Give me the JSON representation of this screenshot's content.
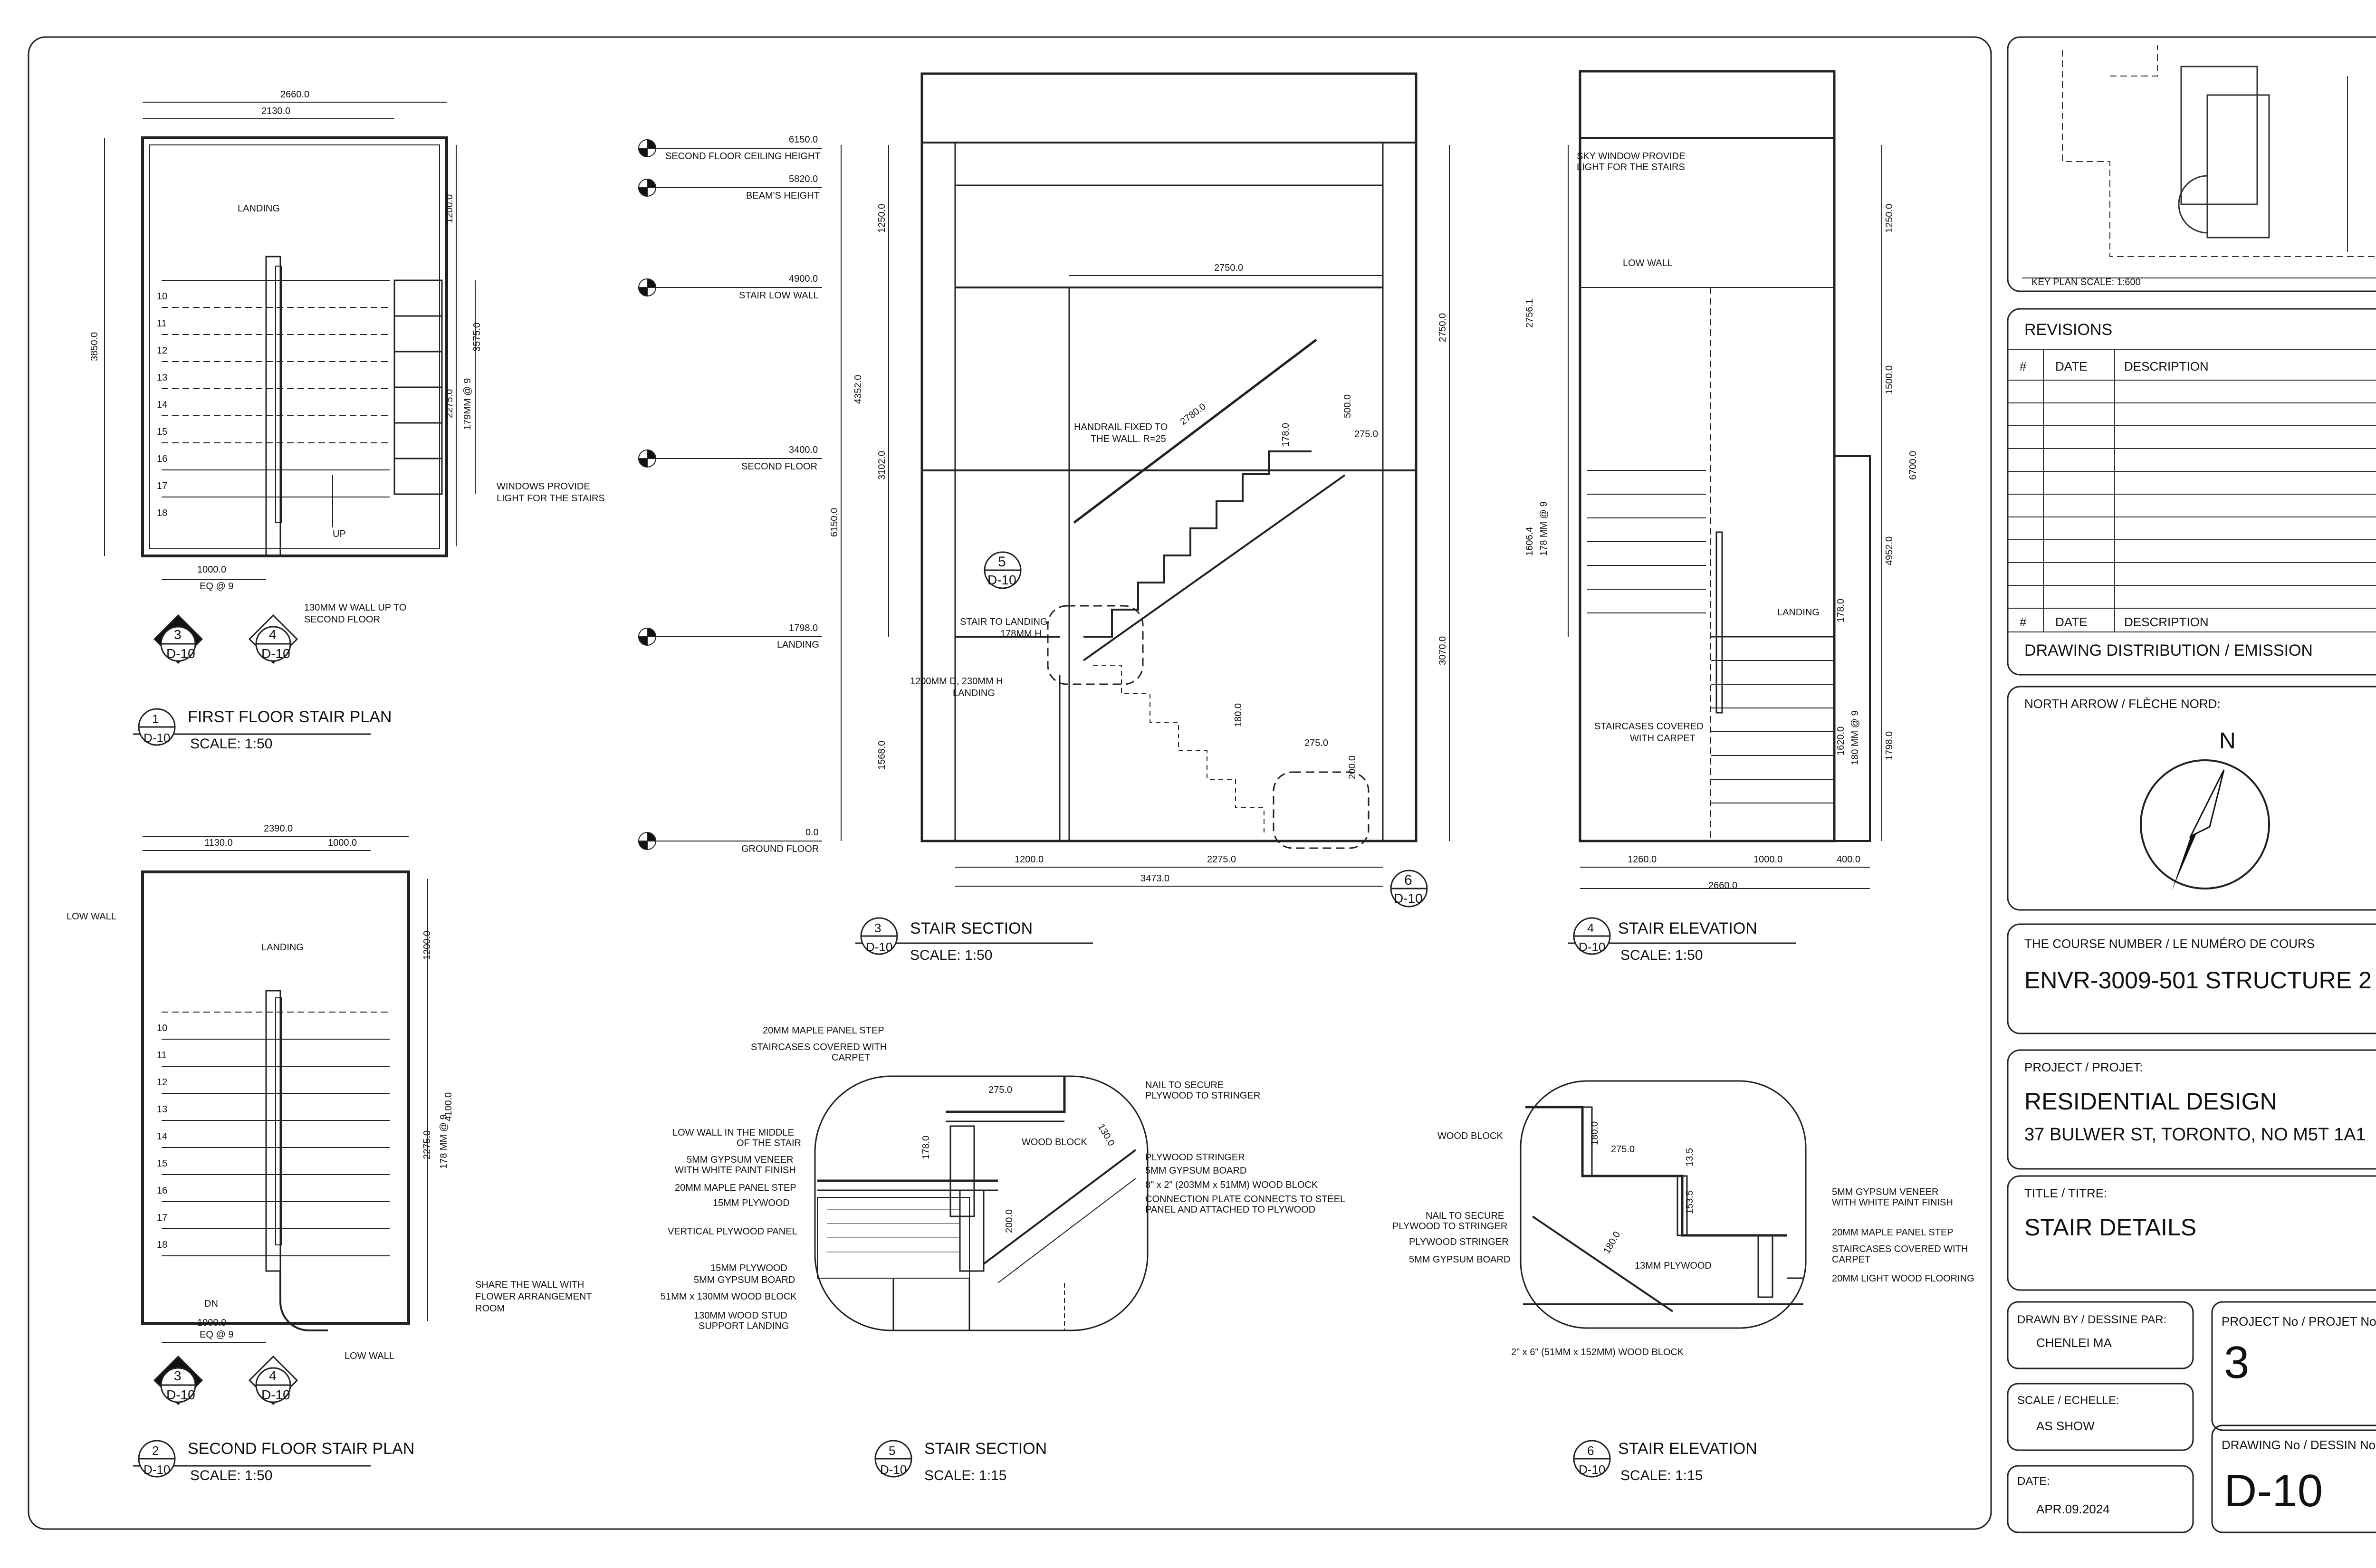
{
  "drawings": {
    "d1": {
      "num": "1",
      "ref": "D-10",
      "title": "FIRST FLOOR STAIR PLAN",
      "scale": "SCALE: 1:50",
      "dims": [
        "2660.0",
        "2130.0",
        "3850.0",
        "1200.0",
        "3575.0",
        "2275.0",
        "1000.0"
      ],
      "notes": [
        "LANDING",
        "WINDOWS PROVIDE",
        "LIGHT FOR THE STAIRS",
        "130MM W WALL UP TO",
        "SECOND FLOOR",
        "UP",
        "EQ @ 9",
        "179MM @ 9"
      ],
      "steps": [
        "10",
        "11",
        "12",
        "13",
        "14",
        "15",
        "16",
        "17",
        "18"
      ],
      "markers": [
        {
          "num": "3",
          "ref": "D-10"
        },
        {
          "num": "4",
          "ref": "D-10"
        }
      ]
    },
    "d2": {
      "num": "2",
      "ref": "D-10",
      "title": "SECOND FLOOR STAIR PLAN",
      "scale": "SCALE: 1:50",
      "dims": [
        "2390.0",
        "1130.0",
        "1000.0",
        "1200.0",
        "4100.0",
        "2275.0",
        "1000.0"
      ],
      "notes": [
        "LOW WALL",
        "LANDING",
        "SHARE THE WALL WITH",
        "FLOWER ARRANGEMENT",
        "ROOM",
        "LOW WALL",
        "DN",
        "EQ @ 9",
        "178 MM @ 9"
      ],
      "steps": [
        "10",
        "11",
        "12",
        "13",
        "14",
        "15",
        "16",
        "17",
        "18"
      ],
      "markers": [
        {
          "num": "3",
          "ref": "D-10"
        },
        {
          "num": "4",
          "ref": "D-10"
        }
      ]
    },
    "d3": {
      "num": "3",
      "ref": "D-10",
      "title": "STAIR SECTION",
      "scale": "SCALE: 1:50",
      "levels": [
        {
          "value": "6150.0",
          "label": "SECOND FLOOR CEILING HEIGHT"
        },
        {
          "value": "5820.0",
          "label": "BEAM'S HEIGHT"
        },
        {
          "value": "4900.0",
          "label": "STAIR LOW WALL"
        },
        {
          "value": "3400.0",
          "label": "SECOND FLOOR"
        },
        {
          "value": "1798.0",
          "label": "LANDING"
        },
        {
          "value": "0.0",
          "label": "GROUND FLOOR"
        }
      ],
      "dims": [
        "1250.0",
        "4352.0",
        "3102.0",
        "6150.0",
        "1568.0",
        "2750.0",
        "2780.0",
        "2750.0",
        "3070.0",
        "1200.0",
        "2275.0",
        "3473.0",
        "500.0",
        "275.0",
        "178.0",
        "180.0",
        "275.0",
        "200.0"
      ],
      "notes": [
        "HANDRAIL FIXED TO",
        "THE WALL. R=25",
        "STAIR TO LANDING",
        "178MM H",
        "1200MM D, 230MM H",
        "LANDING"
      ],
      "callouts": [
        {
          "num": "5",
          "ref": "D-10"
        },
        {
          "num": "6",
          "ref": "D-10"
        }
      ]
    },
    "d4": {
      "num": "4",
      "ref": "D-10",
      "title": "STAIR ELEVATION",
      "scale": "SCALE: 1:50",
      "dims": [
        "2756.1",
        "1250.0",
        "1500.0",
        "6700.0",
        "1606.4",
        "178 MM @ 9",
        "4952.0",
        "178.0",
        "1620.0",
        "180 MM @ 9",
        "1798.0",
        "1260.0",
        "1000.0",
        "400.0",
        "2660.0"
      ],
      "notes": [
        "SKY WINDOW PROVIDE",
        "LIGHT FOR THE STAIRS",
        "LOW WALL",
        "LANDING",
        "STAIRCASES COVERED",
        "WITH CARPET"
      ]
    },
    "d5": {
      "num": "5",
      "ref": "D-10",
      "title": "STAIR SECTION",
      "scale": "SCALE: 1:15",
      "left_notes": [
        "20MM MAPLE PANEL STEP",
        "STAIRCASES COVERED WITH",
        "CARPET",
        "LOW WALL IN THE MIDDLE",
        "OF THE STAIR",
        "5MM GYPSUM VENEER",
        "WITH WHITE PAINT FINISH",
        "20MM MAPLE PANEL STEP",
        "15MM PLYWOOD",
        "VERTICAL PLYWOOD PANEL",
        "15MM PLYWOOD",
        "5MM GYPSUM BOARD",
        "51MM x 130MM WOOD BLOCK",
        "130MM WOOD STUD",
        "SUPPORT LANDING"
      ],
      "right_notes": [
        "NAIL TO SECURE",
        "PLYWOOD TO STRINGER",
        "WOOD BLOCK",
        "PLYWOOD STRINGER",
        "5MM GYPSUM BOARD",
        "8\" x 2\" (203MM x 51MM) WOOD BLOCK",
        "CONNECTION PLATE CONNECTS TO STEEL",
        "PANEL AND ATTACHED TO PLYWOOD"
      ],
      "dims": [
        "275.0",
        "178.0",
        "130.0",
        "200.0"
      ]
    },
    "d6": {
      "num": "6",
      "ref": "D-10",
      "title": "STAIR ELEVATION",
      "scale": "SCALE: 1:15",
      "left_notes": [
        "WOOD BLOCK",
        "NAIL TO SECURE",
        "PLYWOOD TO STRINGER",
        "PLYWOOD STRINGER",
        "5MM GYPSUM BOARD",
        "2\" x 6\" (51MM x 152MM) WOOD BLOCK"
      ],
      "right_notes": [
        "5MM GYPSUM VENEER",
        "WITH WHITE PAINT FINISH",
        "20MM MAPLE PANEL STEP",
        "STAIRCASES COVERED WITH",
        "CARPET",
        "20MM LIGHT WOOD FLOORING",
        "13MM PLYWOOD"
      ],
      "dims": [
        "180.0",
        "275.0",
        "13.5",
        "153.5",
        "180.0"
      ]
    }
  },
  "title_block": {
    "key_plan_label": "KEY PLAN SCALE: 1:600",
    "revisions_title": "REVISIONS",
    "rev_header": {
      "num": "#",
      "date": "DATE",
      "desc": "DESCRIPTION"
    },
    "distribution_label": "DRAWING DISTRIBUTION / EMISSION",
    "north_label": "NORTH ARROW / FLÈCHE NORD:",
    "north_letter": "N",
    "course_label": "THE COURSE NUMBER / LE NUMÉRO DE COURS",
    "course_value": "ENVR-3009-501 STRUCTURE 2",
    "project_label": "PROJECT / PROJET:",
    "project_name": "RESIDENTIAL DESIGN",
    "project_address": "37 BULWER ST, TORONTO, NO M5T 1A1",
    "title_label": "TITLE / TITRE:",
    "title_value": "STAIR DETAILS",
    "drawn_label": "DRAWN BY / DESSINE PAR:",
    "drawn_value": "CHENLEI MA",
    "project_no_label": "PROJECT No / PROJET No:",
    "project_no_value": "3",
    "scale_label": "SCALE / ECHELLE:",
    "scale_value": "AS SHOW",
    "date_label": "DATE:",
    "date_value": "APR.09.2024",
    "drawing_no_label": "DRAWING No / DESSIN No:",
    "drawing_no_value": "D-10"
  }
}
